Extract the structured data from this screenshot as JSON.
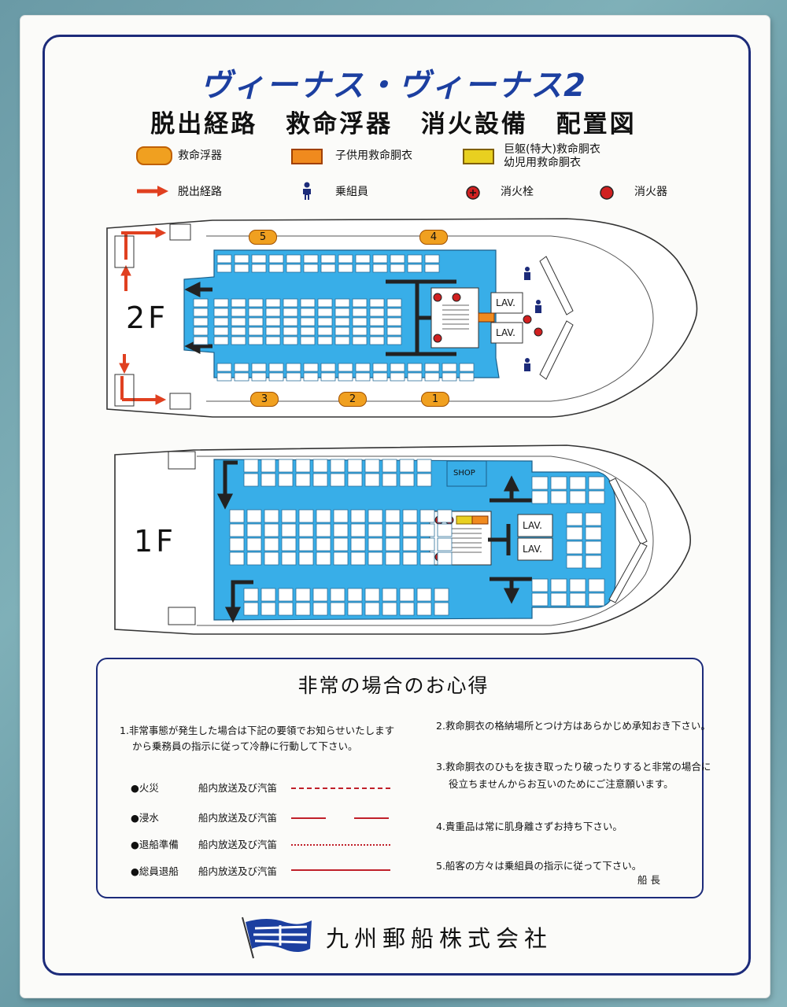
{
  "header": {
    "ship_name": "ヴィーナス・ヴィーナス2",
    "subtitle": "脱出経路 救命浮器 消火設備 配置図"
  },
  "legend": [
    {
      "icon": "life-float-swatch",
      "label": "救命浮器",
      "color": "#f0a020"
    },
    {
      "icon": "child-lifejacket-swatch",
      "label": "子供用救命胴衣",
      "color": "#f08a1e"
    },
    {
      "icon": "large-lifejacket-swatch",
      "label_line1": "巨躯(特大)救命胴衣",
      "label_line2": "幼児用救命胴衣",
      "color": "#e8d020"
    },
    {
      "icon": "escape-route-arrow-icon",
      "label": "脱出経路",
      "color": "#e04020"
    },
    {
      "icon": "crew-icon",
      "label": "乗組員",
      "color": "#1c2b7a"
    },
    {
      "icon": "fire-hydrant-icon",
      "label": "消火栓",
      "color": "#d02020"
    },
    {
      "icon": "fire-extinguisher-icon",
      "label": "消火器",
      "color": "#d02020"
    }
  ],
  "deck2": {
    "label": "2F",
    "life_floats": [
      "5",
      "4",
      "3",
      "2",
      "1"
    ],
    "lav_labels": [
      "LAV.",
      "LAV."
    ]
  },
  "deck1": {
    "label": "1F",
    "shop_label": "SHOP",
    "lav_labels": [
      "LAV.",
      "LAV."
    ]
  },
  "notice": {
    "title": "非常の場合のお心得",
    "item1_line1": "1.非常事態が発生した場合は下記の要領でお知らせいたします",
    "item1_line2": "から乗務員の指示に従って冷静に行動して下さい。",
    "signals": [
      {
        "name": "●火災",
        "method": "船内放送及び汽笛"
      },
      {
        "name": "●浸水",
        "method": "船内放送及び汽笛"
      },
      {
        "name": "●退船準備",
        "method": "船内放送及び汽笛"
      },
      {
        "name": "●総員退船",
        "method": "船内放送及び汽笛"
      }
    ],
    "item2": "2.救命胴衣の格納場所とつけ方はあらかじめ承知おき下さい。",
    "item3_line1": "3.救命胴衣のひもを抜き取ったり破ったりすると非常の場合に",
    "item3_line2": "役立ちませんからお互いのためにご注意願います。",
    "item4": "4.貴重品は常に肌身離さずお持ち下さい。",
    "item5": "5.船客の方々は乗組員の指示に従って下さい。",
    "signature": "船 長"
  },
  "footer": {
    "company": "九州郵船株式会社",
    "flag_icon": "company-flag-icon"
  },
  "colors": {
    "frame": "#1c2b7a",
    "cabin_blue": "#38aee8",
    "title_blue": "#1c3fa0",
    "arrow_red": "#e04020"
  }
}
